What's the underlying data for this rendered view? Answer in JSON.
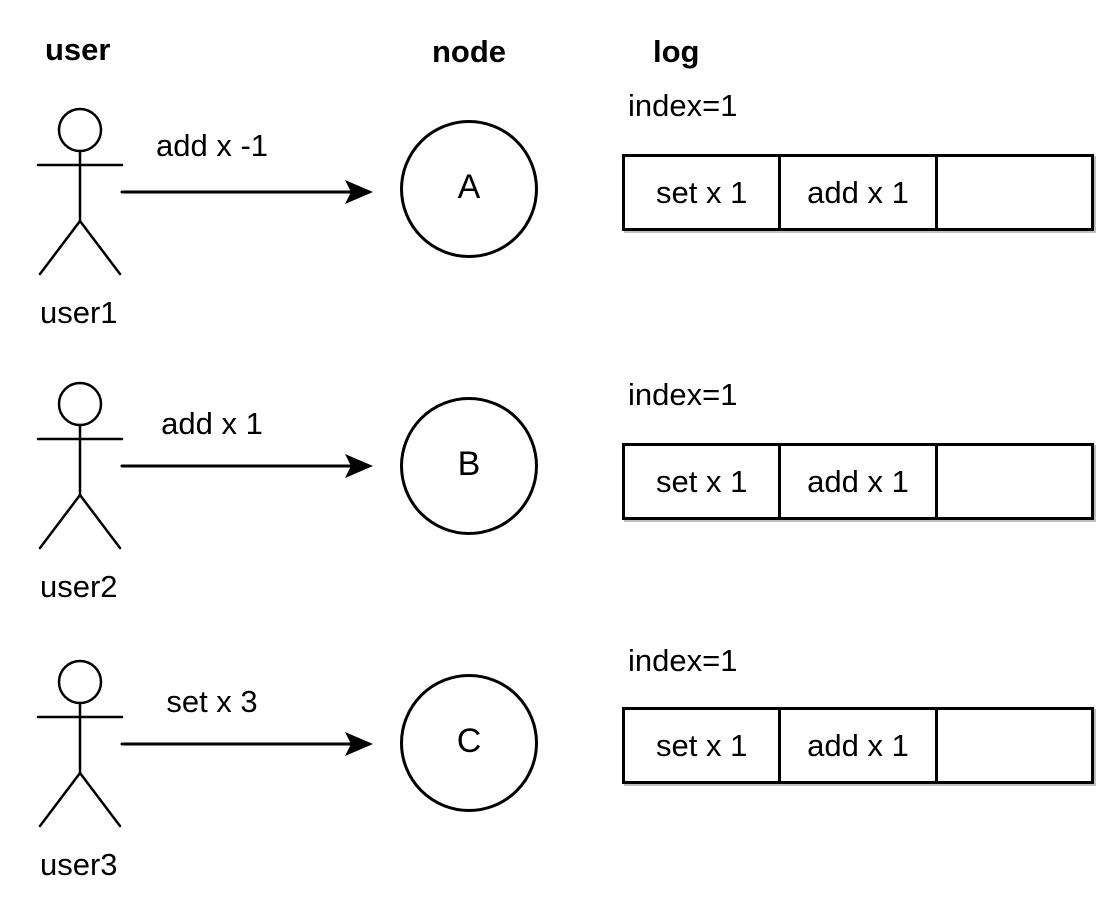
{
  "headers": {
    "user": "user",
    "node": "node",
    "log": "log"
  },
  "rows": [
    {
      "user": "user1",
      "message": "add x -1",
      "node": "A",
      "index_label": "index=1",
      "log_cells": [
        "set x 1",
        "add x 1",
        ""
      ]
    },
    {
      "user": "user2",
      "message": "add x 1",
      "node": "B",
      "index_label": "index=1",
      "log_cells": [
        "set x 1",
        "add x 1",
        ""
      ]
    },
    {
      "user": "user3",
      "message": "set x 3",
      "node": "C",
      "index_label": "index=1",
      "log_cells": [
        "set x 1",
        "add x 1",
        ""
      ]
    }
  ],
  "colors": {
    "ink": "#000000",
    "background": "#ffffff"
  }
}
